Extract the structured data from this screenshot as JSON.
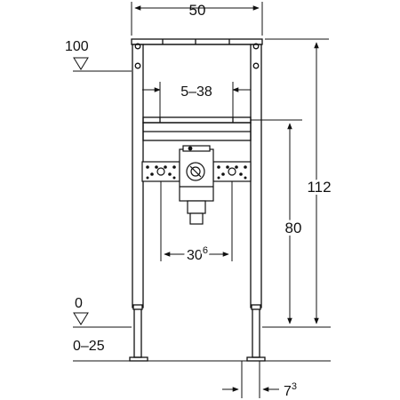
{
  "dimensions": {
    "width_label": "50",
    "height_total": "112",
    "height_crossbar": "80",
    "bracket_range": "5–38",
    "bolt_spacing_base": "30",
    "bolt_spacing_sup": "6",
    "foot_offset_base": "7",
    "foot_offset_sup": "3"
  },
  "levels": {
    "top_level": "100",
    "floor_level": "0",
    "floor_adjust": "0–25"
  },
  "colors": {
    "line": "#111111",
    "background": "#ffffff"
  }
}
